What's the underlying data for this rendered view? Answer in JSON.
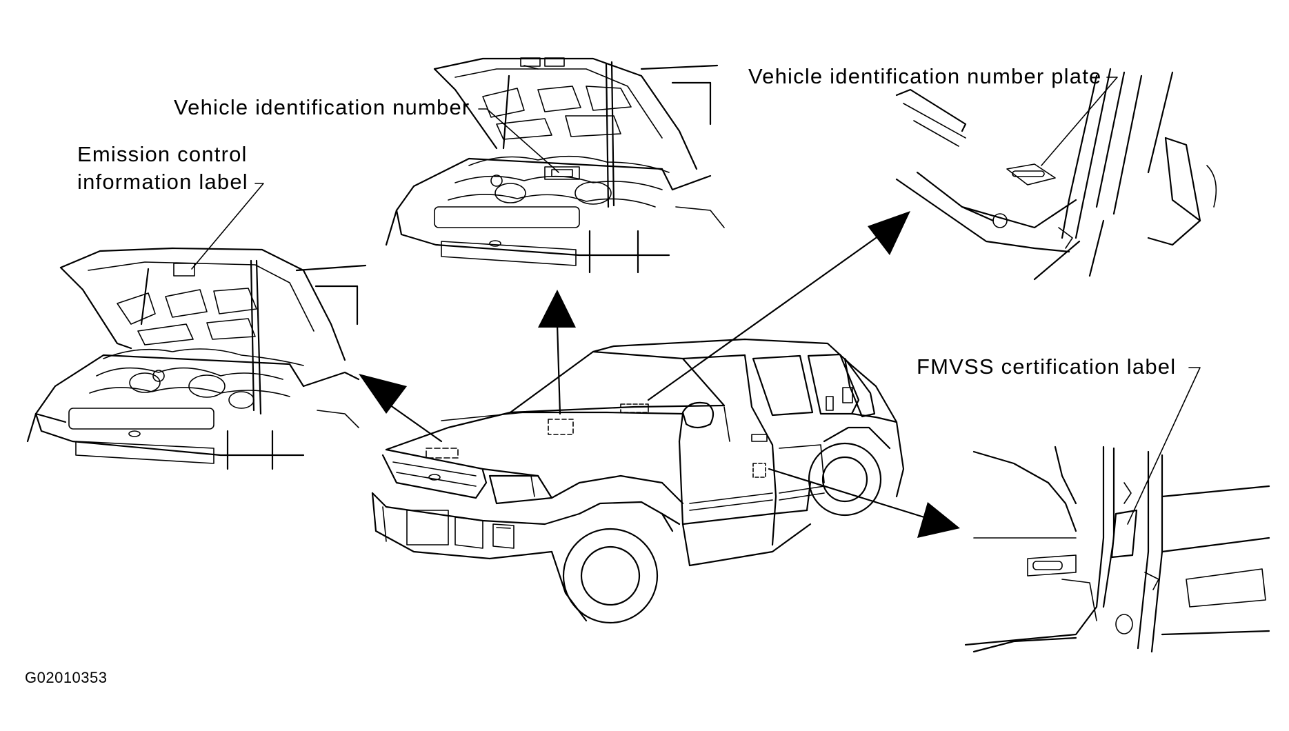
{
  "labels": {
    "emission_line1": "Emission control",
    "emission_line2": "information label",
    "vin": "Vehicle identification number",
    "vin_plate": "Vehicle identification number plate",
    "fmvss": "FMVSS certification label"
  },
  "figure_code": "G02010353"
}
